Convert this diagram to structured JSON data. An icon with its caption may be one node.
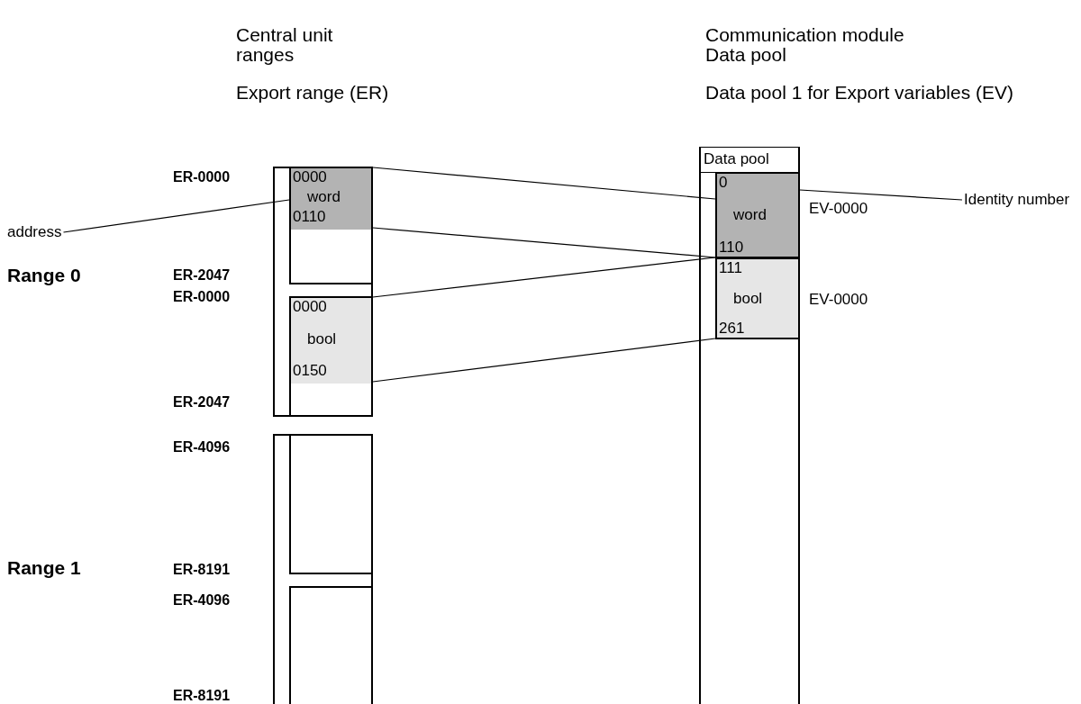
{
  "diagram": {
    "nodes": [
      {
        "text": [],
        "shape": "box"
      },
      {
        "text": [
          "0000",
          "word",
          "0110"
        ],
        "in": 0
      },
      {
        "text": [
          "0000",
          "bool",
          "0150"
        ],
        "in": 0
      },
      {
        "text": [],
        "shape": "box"
      },
      {
        "text": [],
        "shape": "box",
        "in": 3
      },
      {
        "text": [],
        "shape": "box",
        "in": 3
      },
      {
        "text": [
          "Data pool"
        ]
      },
      {
        "text": [
          "0",
          "word",
          "110"
        ],
        "in": 6,
        "beside": [
          "EV-0000"
        ]
      },
      {
        "text": [
          "111",
          "bool",
          "261"
        ],
        "in": 6,
        "beside": [
          "EV-0000"
        ]
      },
      {
        "text": [
          "address"
        ]
      },
      {
        "text": [
          "Identity number"
        ]
      }
    ],
    "edges": [
      {
        "from": 1,
        "to": 7,
        "arrow": "none"
      },
      {
        "from": 1,
        "to": 7,
        "arrow": "none"
      },
      {
        "from": 2,
        "to": 8,
        "arrow": "none"
      },
      {
        "from": 2,
        "to": 8,
        "arrow": "none"
      },
      {
        "from": 9,
        "to": 1,
        "arrow": "none"
      },
      {
        "from": 10,
        "to": 7,
        "arrow": "none"
      }
    ],
    "labels": [
      "Central unit",
      "ranges",
      "Communication module",
      "Data pool",
      "Export range (ER)",
      "Data pool 1 for Export variables (EV)",
      "ER-0000",
      "ER-2047",
      "Range 0",
      "ER-0000",
      "ER-2047",
      "ER-4096",
      "Range 1",
      "ER-8191",
      "ER-4096",
      "ER-8191"
    ]
  }
}
